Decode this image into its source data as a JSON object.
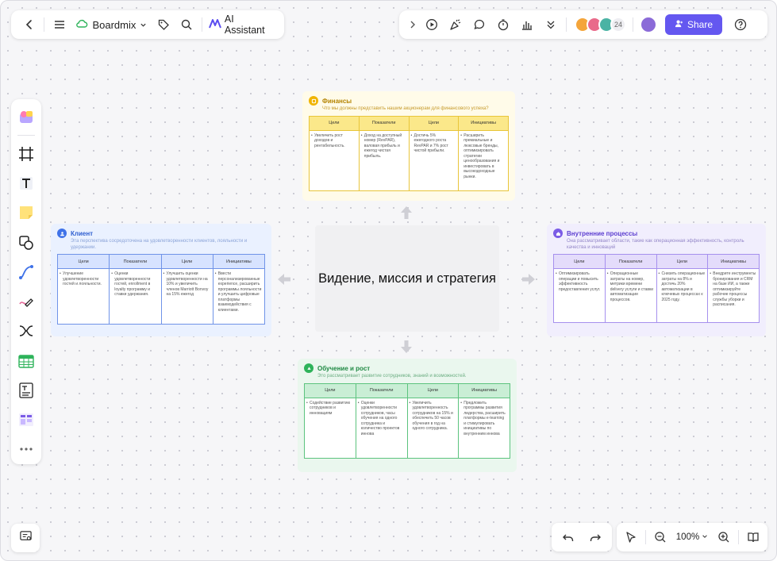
{
  "app": {
    "brand": "Boardmix",
    "ai_label": "AI Assistant",
    "collaborator_count": "24",
    "share_label": "Share",
    "zoom": "100%"
  },
  "colors": {
    "accent": "#6457f0",
    "finance": "#f0b400",
    "client": "#3f72e8",
    "internal": "#7b5ce6",
    "learning": "#2eb35a"
  },
  "icons": {
    "left_toolbar": [
      "back-icon",
      "menu-icon",
      "cloud-icon",
      "tag-icon",
      "search-icon",
      "ai-icon"
    ],
    "right_toolbar": [
      "expand-icon",
      "play-icon",
      "celebrate-icon",
      "comment-icon",
      "timer-icon",
      "chart-icon",
      "more-icon",
      "user-icon",
      "help-icon"
    ],
    "side_tools": [
      "templates-icon",
      "frame-icon",
      "text-icon",
      "sticky-note-icon",
      "shapes-icon",
      "connector-icon",
      "pen-icon",
      "mindmap-icon",
      "table-icon",
      "text-block-icon",
      "kanban-icon",
      "more-tools-icon"
    ]
  },
  "center": {
    "text": "Видение, миссия и стратегия"
  },
  "cards": {
    "finance": {
      "title": "Финансы",
      "subtitle": "Что мы должны представить нашим акционерам для финансового успеха?",
      "headers": [
        "Цели",
        "Показатели",
        "Цели",
        "Инициативы"
      ],
      "cells": [
        "Увеличить рост доходов и рентабельность.",
        "Доход на доступный номер (RevPAR), валовая прибыль и ежегод чистая прибыль.",
        "Достичь 5% ежегодного роста RevPAR и 7% рост чистой прибыли.",
        "Расширить премиальные и люксовые бренды, оптимизировать стратегии ценообразования и инвестировать в высокодоходные рынки."
      ]
    },
    "client": {
      "title": "Клиент",
      "subtitle": "Эта перспектива сосредоточена на удовлетворенности клиентов, лояльности и удержании.",
      "headers": [
        "Цели",
        "Показатели",
        "Цели",
        "Инициативы"
      ],
      "cells": [
        "Улучшение удовлетворенности гостей и лояльности.",
        "Оценки удовлетворенности гостей, enrollment в loyalty программу и ставки удержания.",
        "Улучшить оценки удовлетворенности на 10% и увеличить членов Marriott Bonvoy на 15% ежегод",
        "Ввести персонализированные experience, расширить программы лояльности и улучшить цифровые платформы взаимодействия с клиентами."
      ]
    },
    "internal": {
      "title": "Внутренние процессы",
      "subtitle": "Она рассматривает области, такие как операционная эффективность, контроль качества и инноваций",
      "headers": [
        "Цели",
        "Показатели",
        "Цели",
        "Инициативы"
      ],
      "cells": [
        "Оптимизировать операции и повысить эффективность предоставления услуг.",
        "Операционные затраты на номер, метрики времени delivery услуги и ставки автоматизации процессов.",
        "Снизить операционные затраты на 8% и достичь 20% автоматизации в ключевых процессах к 2025 году.",
        "Внедрите инструменты бронирования и CRM на базе ИИ, а также оптимизируйте рабочие процессы службы уборки и расписания."
      ]
    },
    "learning": {
      "title": "Обучение и рост",
      "subtitle": "Это рассматривает развитие сотрудников, знаний и возможностей.",
      "headers": [
        "Цели",
        "Показатели",
        "Цели",
        "Инициативы"
      ],
      "cells": [
        "Содействие развитию сотрудников и инновациям",
        "Оценки удовлетворенности сотрудников, часы обучения на одного сотрудника и количество проектов иннова",
        "Увеличить удовлетворенность сотрудников на 15% и обеспечить 50 часов обучения в год на одного сотрудника.",
        "Предложить программы развития лидерства, расширить платформы e-learning и стимулировать инициативы по внутренним иннова"
      ]
    }
  }
}
